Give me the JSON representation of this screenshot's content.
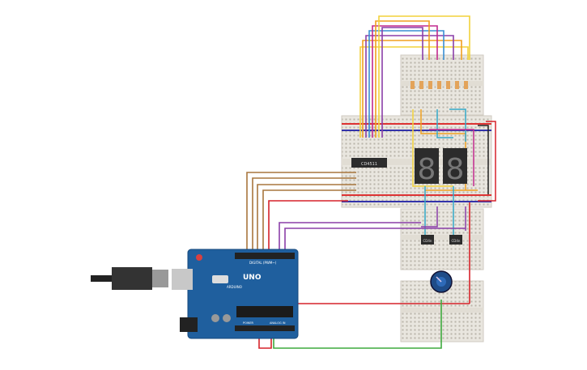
{
  "arduino": {
    "logo": "UNO",
    "brand": "ARDUINO",
    "pin_label": "DIGITAL (PWM~)",
    "power_label": "POWER",
    "analog_label": "ANALOG IN"
  },
  "chips": {
    "shift_register": "CD4511",
    "transistor_1": "CD4n",
    "transistor_2": "CD4n"
  },
  "colors": {
    "board_blue": "#1f5f9e",
    "breadboard": "#e9e6df",
    "display": "#2c2c2c",
    "wire_orange": "#f0a020",
    "wire_yellow": "#f2d23a",
    "wire_purple": "#8b3fa8",
    "wire_blue": "#3a8fd4",
    "wire_magenta": "#c22a8e",
    "wire_red": "#d6222a",
    "wire_brown": "#a8763e",
    "wire_green": "#3faa3f",
    "wire_cyan": "#33a8c8",
    "wire_black": "#222222"
  }
}
